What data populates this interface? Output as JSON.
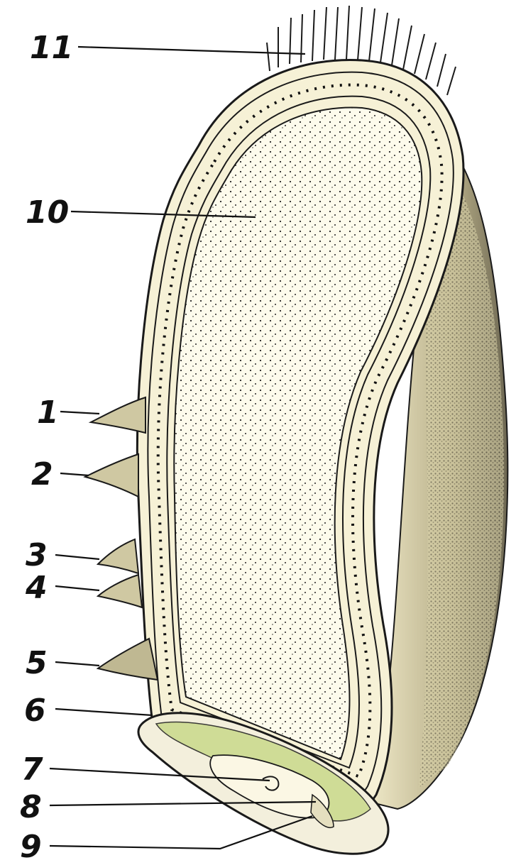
{
  "diagram": {
    "labels": [
      {
        "id": "label-1",
        "text": "1"
      },
      {
        "id": "label-2",
        "text": "2"
      },
      {
        "id": "label-3",
        "text": "3"
      },
      {
        "id": "label-4",
        "text": "4"
      },
      {
        "id": "label-5",
        "text": "5"
      },
      {
        "id": "label-6",
        "text": "6"
      },
      {
        "id": "label-7",
        "text": "7"
      },
      {
        "id": "label-8",
        "text": "8"
      },
      {
        "id": "label-9",
        "text": "9"
      },
      {
        "id": "label-10",
        "text": "10"
      },
      {
        "id": "label-11",
        "text": "11"
      }
    ],
    "colors": {
      "ink": "#1a1a1a",
      "endosperm": "#fdfbec",
      "outer_coat": "#c9c19a",
      "stipple_dark": "#5a5648",
      "embryo": "#f3efdc",
      "highlight_green": "#c9d98a"
    }
  }
}
